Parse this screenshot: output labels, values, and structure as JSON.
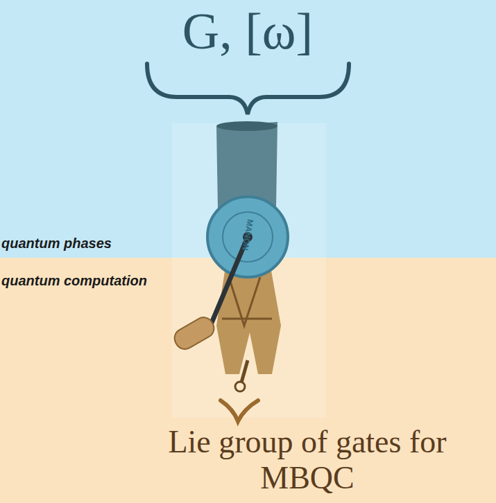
{
  "diagram": {
    "nodes": [
      {
        "text": [
          "quantum phases"
        ]
      },
      {
        "text": [
          "quantum computation"
        ]
      }
    ],
    "labels": [
      "G, [ω]",
      "MANON",
      "Lie group of gates for MBQC"
    ]
  }
}
